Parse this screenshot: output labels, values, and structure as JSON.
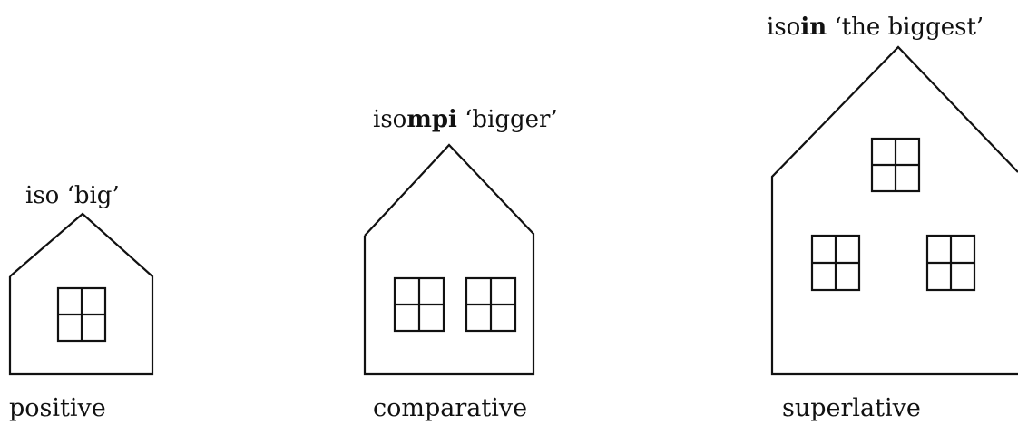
{
  "houses": {
    "positive": {
      "stem": "iso",
      "suffix": "",
      "gloss": " ‘big’",
      "degree": "positive"
    },
    "comparative": {
      "stem": "iso",
      "suffix": "mpi",
      "gloss": " ‘bigger’",
      "degree": "comparative"
    },
    "superlative": {
      "stem": "iso",
      "suffix": "in",
      "gloss": " ‘the biggest’",
      "degree": "superlative"
    }
  },
  "colors": {
    "ink": "#111111",
    "background": "#ffffff"
  }
}
